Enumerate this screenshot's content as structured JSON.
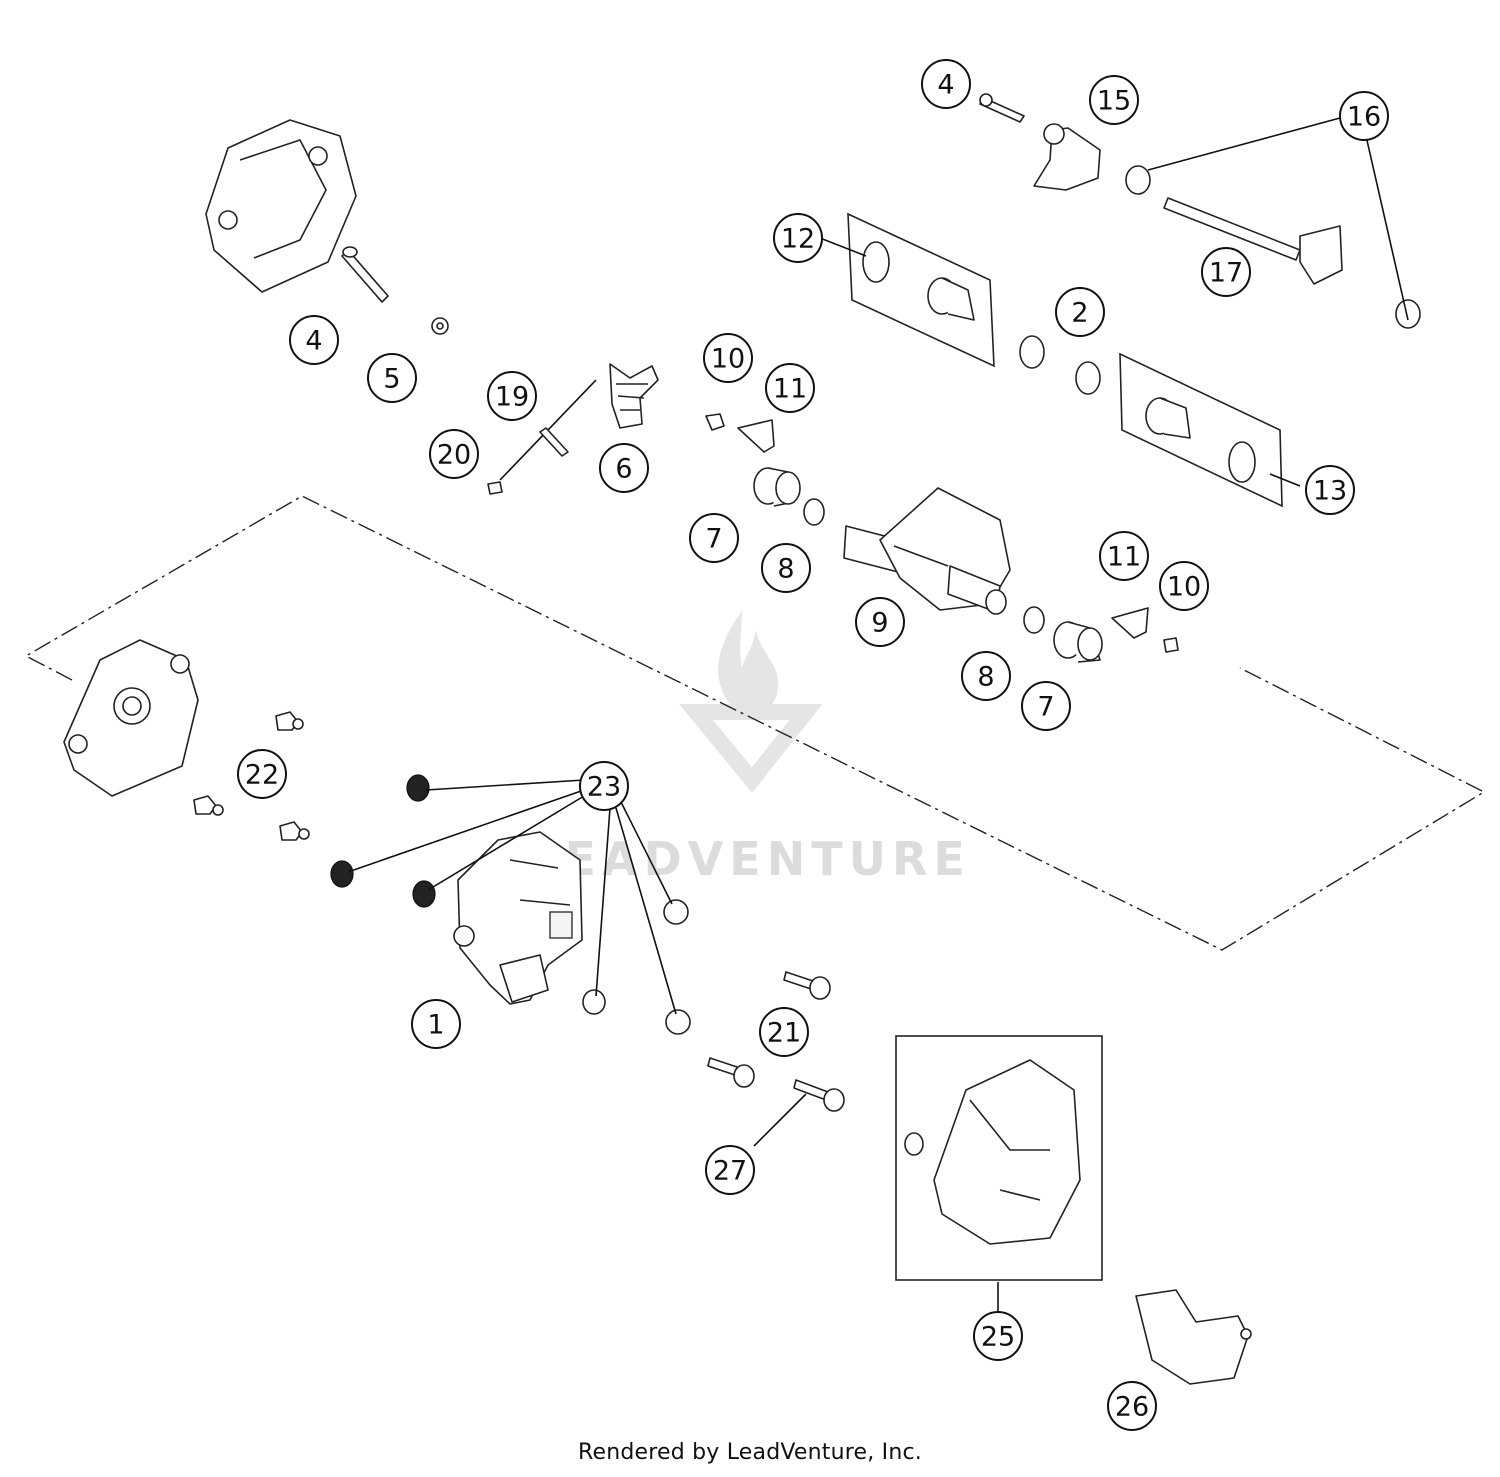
{
  "diagram": {
    "callouts": [
      "4",
      "15",
      "16",
      "12",
      "17",
      "2",
      "4",
      "5",
      "19",
      "10",
      "11",
      "20",
      "6",
      "13",
      "7",
      "8",
      "9",
      "11",
      "10",
      "8",
      "7",
      "22",
      "23",
      "1",
      "21",
      "27",
      "25",
      "26"
    ],
    "watermark": "LEADVENTURE",
    "footer": "Rendered by LeadVenture, Inc."
  }
}
